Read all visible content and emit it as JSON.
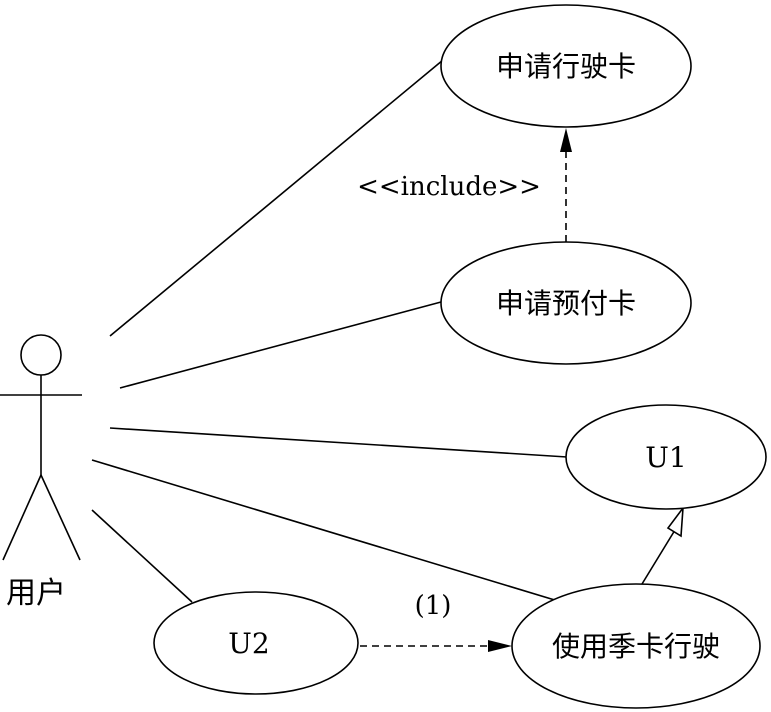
{
  "actor": {
    "label": "用户"
  },
  "use_cases": {
    "apply_driving_card": "申请行驶卡",
    "apply_prepaid_card": "申请预付卡",
    "u1": "U1",
    "u2": "U2",
    "use_season_card": "使用季卡行驶"
  },
  "relations": {
    "include_label": "<<include>>",
    "marker_1": "(1)"
  }
}
